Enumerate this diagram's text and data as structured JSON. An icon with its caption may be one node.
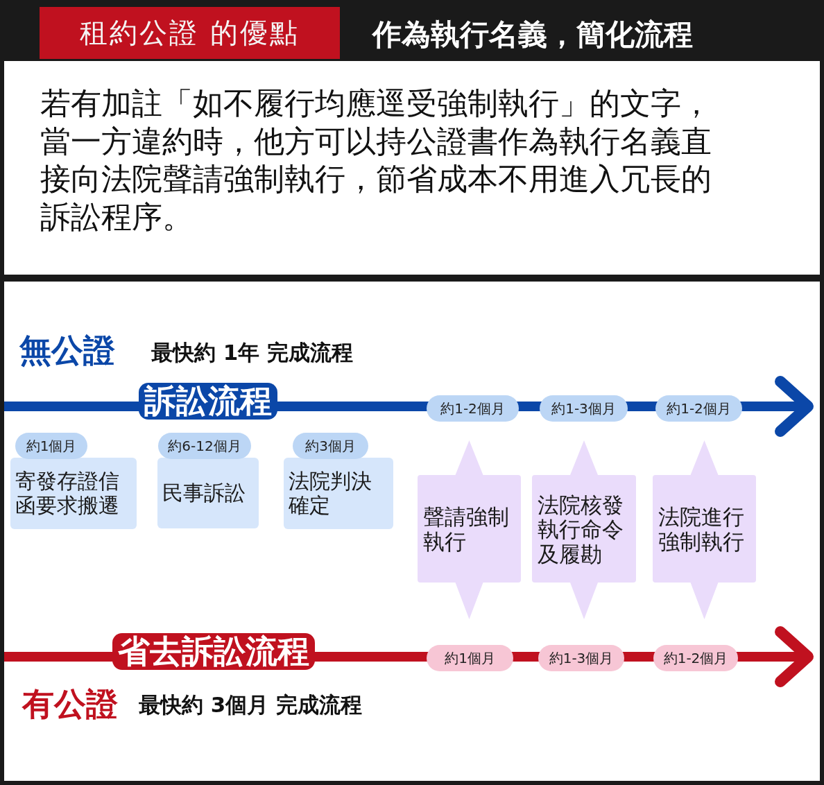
{
  "diagram": {
    "title": "作為執行名義，簡化流程",
    "nodes": [
      {
        "text": [
          "寄發存證信函要求搬遷"
        ],
        "beside": [
          "約1個月"
        ]
      },
      {
        "text": [
          "民事訴訟"
        ],
        "beside": [
          "約6-12個月"
        ]
      },
      {
        "text": [
          "法院判決確定"
        ],
        "beside": [
          "約3個月"
        ]
      },
      {
        "text": [
          "聲請強制執行"
        ]
      },
      {
        "text": [
          "法院核發執行命令及履勘"
        ]
      },
      {
        "text": [
          "法院進行強制執行"
        ]
      }
    ],
    "edges": [],
    "labels": [
      "租約公證 的優點",
      "若有加註「如不履行均應逕受強制執行」的文字，當一方違約時，他方可以持公證書作為執行名義直接向法院聲請強制執行，節省成本不用進入冗長的訴訟程序。",
      "無公證",
      "最快約 1年 完成流程",
      "訴訟流程",
      "約1-2個月",
      "約1-3個月",
      "約1-2個月",
      "省去訴訟流程",
      "約1個月",
      "約1-3個月",
      "約1-2個月",
      "有公證",
      "最快約 3個月 完成流程"
    ]
  }
}
